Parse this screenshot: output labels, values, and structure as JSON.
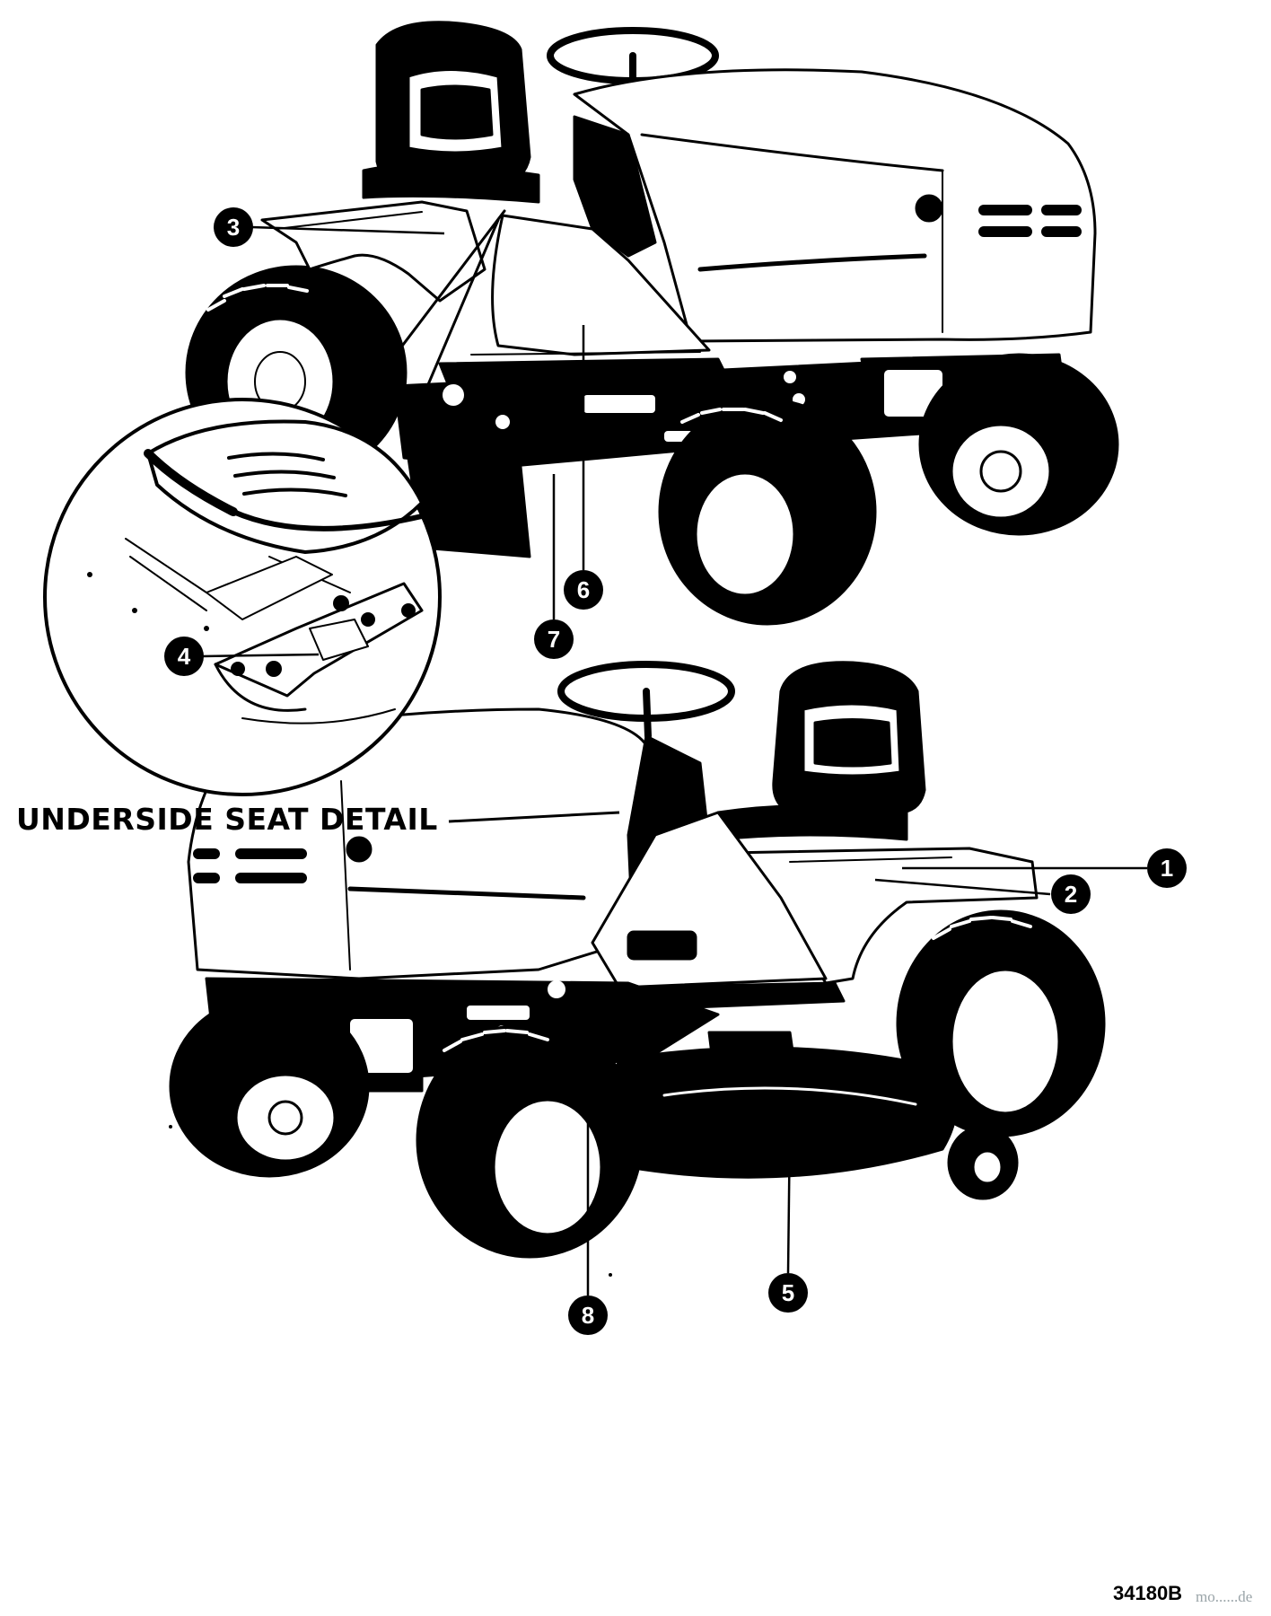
{
  "diagram": {
    "detail_label": "UNDERSIDE SEAT DETAIL",
    "part_number": "34180B",
    "watermark": "mo......de",
    "callouts": [
      {
        "id": "1",
        "label": "1"
      },
      {
        "id": "2",
        "label": "2"
      },
      {
        "id": "3",
        "label": "3"
      },
      {
        "id": "4",
        "label": "4"
      },
      {
        "id": "5",
        "label": "5"
      },
      {
        "id": "6",
        "label": "6"
      },
      {
        "id": "7",
        "label": "7"
      },
      {
        "id": "8",
        "label": "8"
      }
    ]
  },
  "colors": {
    "ink": "#000000",
    "paper": "#ffffff",
    "watermark": "#9aa4a8"
  }
}
